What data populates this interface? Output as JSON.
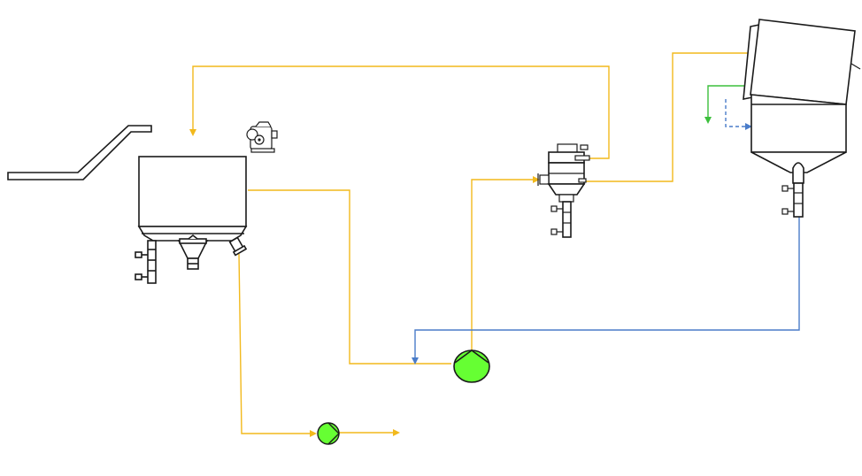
{
  "diagram": {
    "type": "process-flow",
    "colors": {
      "background": "#ffffff",
      "equipment_outline": "#1a1a1a",
      "process_line": "#f2b91c",
      "return_line": "#4a7cc9",
      "green_line": "#3cbf3c",
      "pump_fill": "#66ff33"
    },
    "equipment": [
      {
        "id": "inclined-conveyor",
        "icon": "inclined-conveyor-icon"
      },
      {
        "id": "mixing-tank",
        "icon": "tank-with-conical-bottom-icon"
      },
      {
        "id": "agitator-motor",
        "icon": "gearmotor-icon"
      },
      {
        "id": "filter-vessel",
        "icon": "filter-housing-icon"
      },
      {
        "id": "large-hopper",
        "icon": "tilted-hopper-icon"
      },
      {
        "id": "transfer-pump",
        "icon": "centrifugal-pump-icon"
      },
      {
        "id": "outlet-pump",
        "icon": "centrifugal-pump-icon"
      }
    ],
    "connections": [
      {
        "from": "filter-vessel",
        "to": "mixing-tank",
        "line": "process_line"
      },
      {
        "from": "mixing-tank",
        "to": "transfer-pump",
        "line": "process_line"
      },
      {
        "from": "transfer-pump",
        "to": "filter-vessel",
        "line": "process_line"
      },
      {
        "from": "filter-vessel",
        "to": "large-hopper",
        "line": "process_line"
      },
      {
        "from": "large-hopper",
        "to": "transfer-pump",
        "line": "return_line"
      },
      {
        "from": "mixing-tank",
        "to": "outlet-pump",
        "line": "process_line"
      },
      {
        "from": "outlet-pump",
        "to": "outlet",
        "line": "process_line"
      },
      {
        "from": "large-hopper",
        "to": "outlet",
        "line": "green_line"
      },
      {
        "from": "instrument",
        "to": "large-hopper",
        "line": "return_line",
        "style": "dashed"
      }
    ]
  }
}
